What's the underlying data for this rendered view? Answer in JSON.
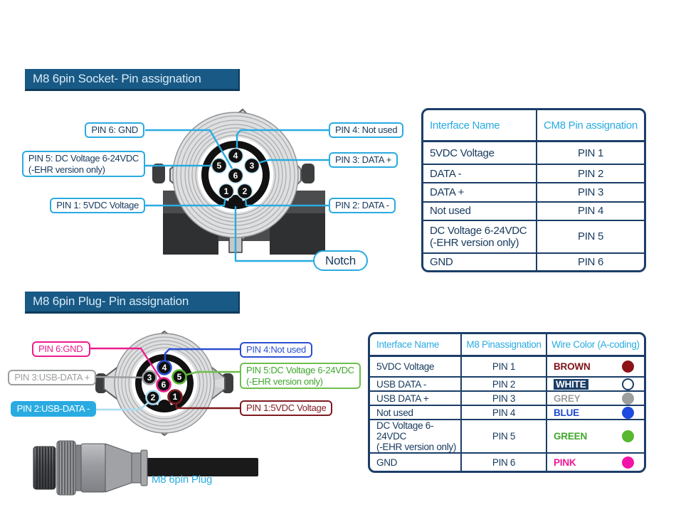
{
  "colors": {
    "accent": "#29ABE2",
    "navy": "#1B3E68",
    "navy_text": "#16395D",
    "banner_bg": "#185985",
    "banner_edge": "#0E3A5B",
    "banner_text": "#D9EAF5",
    "magenta": "#EC1C8E",
    "blue": "#2A4FD0",
    "grey": "#9C9EA0",
    "green_border": "#6FBE4C",
    "green_text": "#3FA62C",
    "green_swatch": "#58B830",
    "maroon": "#7F1A20",
    "pale_blue": "#AADCF2"
  },
  "socket": {
    "title": "M8 6pin Socket- Pin assignation",
    "pin_numbers": [
      "1",
      "2",
      "3",
      "4",
      "5",
      "6"
    ],
    "callouts": {
      "pin6": "PIN 6: GND",
      "pin4": "PIN 4: Not used",
      "pin5_line1": "PIN 5: DC Voltage 6-24VDC",
      "pin5_line2": "(-EHR version only)",
      "pin3": "PIN 3: DATA +",
      "pin1": "PIN 1: 5VDC Voltage",
      "pin2": "PIN 2: DATA -",
      "notch": "Notch"
    },
    "table": {
      "headers": [
        "Interface Name",
        "CM8 Pin assignation"
      ],
      "rows": [
        {
          "interface": "5VDC Voltage",
          "pin": "PIN 1"
        },
        {
          "interface": "DATA -",
          "pin": "PIN 2"
        },
        {
          "interface": "DATA +",
          "pin": "PIN 3"
        },
        {
          "interface": "Not used",
          "pin": "PIN 4"
        },
        {
          "interface": "DC Voltage 6-24VDC",
          "interface_line2": "(-EHR version only)",
          "pin": "PIN 5"
        },
        {
          "interface": "GND",
          "pin": "PIN 6"
        }
      ]
    }
  },
  "plug": {
    "title": "M8 6pin Plug- Pin assignation",
    "pin_numbers": [
      "1",
      "2",
      "3",
      "4",
      "5",
      "6"
    ],
    "callouts": {
      "pin6": "PIN 6:GND",
      "pin4": "PIN 4:Not used",
      "pin3": "PIN 3:USB-DATA +",
      "pin5_line1": "PIN 5:DC Voltage 6-24VDC",
      "pin5_line2": "(-EHR version only)",
      "pin2": "PIN 2:USB-DATA -",
      "pin1": "PIN 1:5VDC Voltage"
    },
    "table": {
      "headers": [
        "Interface Name",
        "M8 Pinassignation",
        "Wire Color (A-coding)"
      ],
      "rows": [
        {
          "interface": "5VDC Voltage",
          "pin": "PIN 1",
          "color_name": "BROWN",
          "name_color": "#7E1418",
          "swatch": "#8B1418"
        },
        {
          "interface": "USB DATA -",
          "pin": "PIN 2",
          "color_name": "WHITE",
          "name_color": "#FFFFFF",
          "swatch": "#FFFFFF"
        },
        {
          "interface": "USB DATA +",
          "pin": "PIN 3",
          "color_name": "GREY",
          "name_color": "#9C9EA0",
          "swatch": "#9C9EA0"
        },
        {
          "interface": "Not used",
          "pin": "PIN 4",
          "color_name": "BLUE",
          "name_color": "#1E49D2",
          "swatch": "#1E49E0"
        },
        {
          "interface": "DC Voltage 6-24VDC",
          "interface_line2": "(-EHR version only)",
          "pin": "PIN 5",
          "color_name": "GREEN",
          "name_color": "#3FA62C",
          "swatch": "#58B830"
        },
        {
          "interface": "GND",
          "pin": "PIN 6",
          "color_name": "PINK",
          "name_color": "#ED1895",
          "swatch": "#F313A8"
        }
      ]
    },
    "side_view_label": "M8 6pin Plug"
  }
}
